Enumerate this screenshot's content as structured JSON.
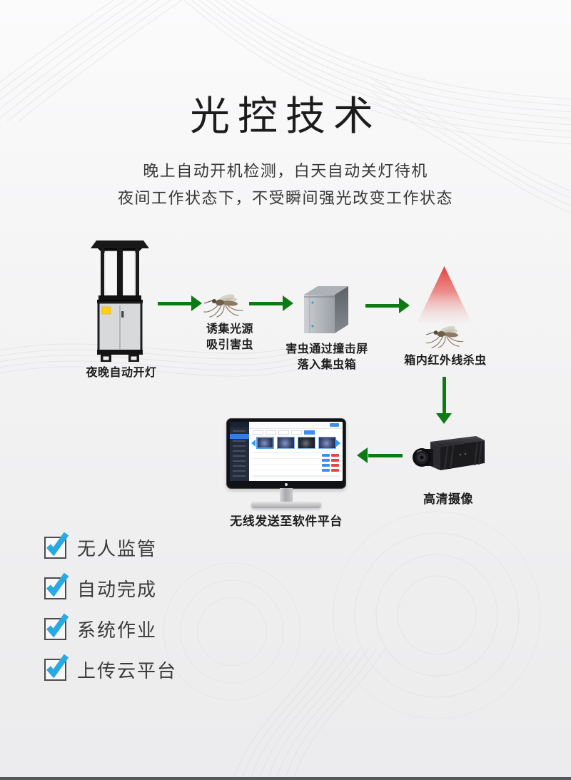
{
  "header": {
    "title": "光控技术",
    "subtitle_line1": "晚上自动开机检测，白天自动关灯待机",
    "subtitle_line2": "夜间工作状态下，不受瞬间强光改变工作状态"
  },
  "flow": {
    "steps": [
      {
        "icon": "insect-trap-lamp-icon",
        "lines": [
          "夜晚自动开灯"
        ]
      },
      {
        "icon": "mosquito-icon",
        "lines": [
          "诱集光源",
          "吸引害虫"
        ]
      },
      {
        "icon": "collection-box-icon",
        "lines": [
          "害虫通过撞击屏",
          "落入集虫箱"
        ]
      },
      {
        "icon": "infrared-beam-icon",
        "lines": [
          "箱内红外线杀虫"
        ]
      },
      {
        "icon": "hd-camera-icon",
        "lines": [
          "高清摄像"
        ]
      },
      {
        "icon": "monitor-platform-icon",
        "lines": [
          "无线发送至软件平台"
        ]
      }
    ]
  },
  "checklist": {
    "items": [
      {
        "label": "无人监管",
        "checked": true
      },
      {
        "label": "自动完成",
        "checked": true
      },
      {
        "label": "系统作业",
        "checked": true
      },
      {
        "label": "上传云平台",
        "checked": true
      }
    ]
  },
  "colors": {
    "background": "#f0f0f1",
    "text_primary": "#1c1c1c",
    "text_secondary": "#383838",
    "arrow_green": "#0d7a14",
    "check_blue": "#29a9e1",
    "beam_red": "#e23934",
    "bottom_bar": "#55575c"
  }
}
